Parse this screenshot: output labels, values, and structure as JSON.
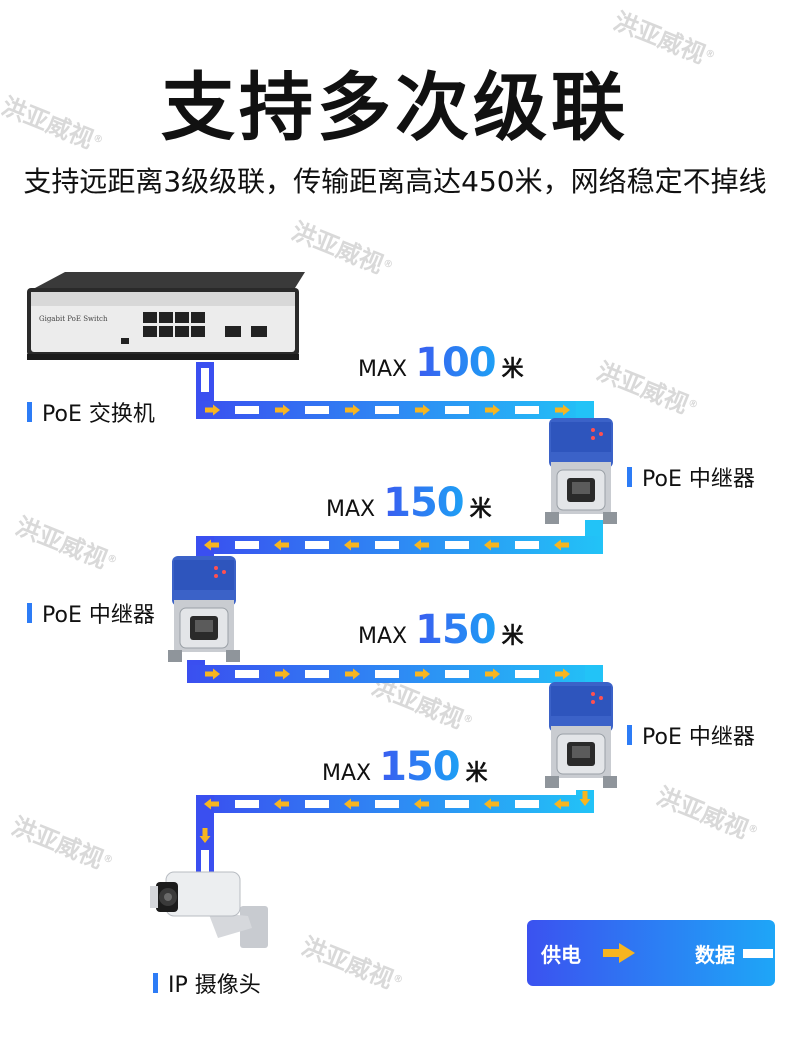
{
  "title": "支持多次级联",
  "subtitle": "支持远距离3级级联，传输距离高达450米，网络稳定不掉线",
  "watermark": "洪亚威视",
  "watermark_mark": "®",
  "switch_panel_text": "Gigabit PoE Switch",
  "devices": {
    "switch": "PoE 交换机",
    "repeater1": "PoE 中继器",
    "repeater2": "PoE 中继器",
    "repeater3": "PoE 中继器",
    "camera": "IP 摄像头"
  },
  "segments": [
    {
      "prefix": "MAX",
      "value": "100",
      "unit": "米"
    },
    {
      "prefix": "MAX",
      "value": "150",
      "unit": "米"
    },
    {
      "prefix": "MAX",
      "value": "150",
      "unit": "米"
    },
    {
      "prefix": "MAX",
      "value": "150",
      "unit": "米"
    }
  ],
  "legend": {
    "power": "供电",
    "data": "数据"
  },
  "colors": {
    "accent_blue": "#2d7cf6",
    "power_arrow": "#f7b520",
    "wire_start": "#3a4ff0",
    "wire_end": "#22c3f7"
  }
}
